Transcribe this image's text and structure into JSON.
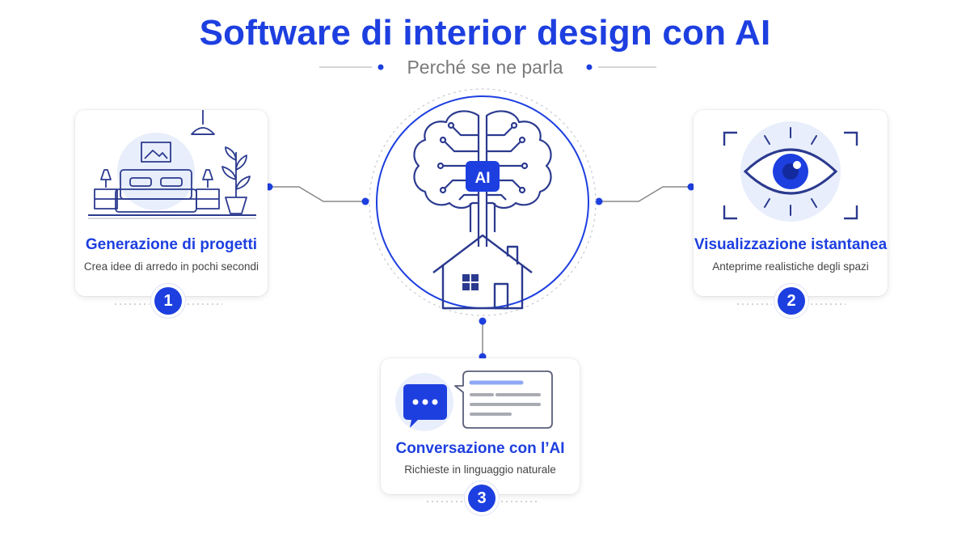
{
  "header": {
    "title": "Software di interior design con AI",
    "subtitle": "Perché se ne parla"
  },
  "center": {
    "badge_label": "AI"
  },
  "cards": [
    {
      "number": "1",
      "title": "Generazione di progetti",
      "description": "Crea idee di arredo in pochi secondi"
    },
    {
      "number": "2",
      "title": "Visualizzazione istantanea",
      "description": "Anteprime realistiche degli spazi"
    },
    {
      "number": "3",
      "title": "Conversazione con l’AI",
      "description": "Richieste in linguaggio naturale"
    }
  ],
  "colors": {
    "accent": "#1d3fe0",
    "line": "#3a3f8f",
    "light_fill": "#e8eefb"
  },
  "icons": [
    "bedroom-icon",
    "brain-circuit-icon",
    "house-icon",
    "eye-icon",
    "chat-bubble-icon"
  ]
}
